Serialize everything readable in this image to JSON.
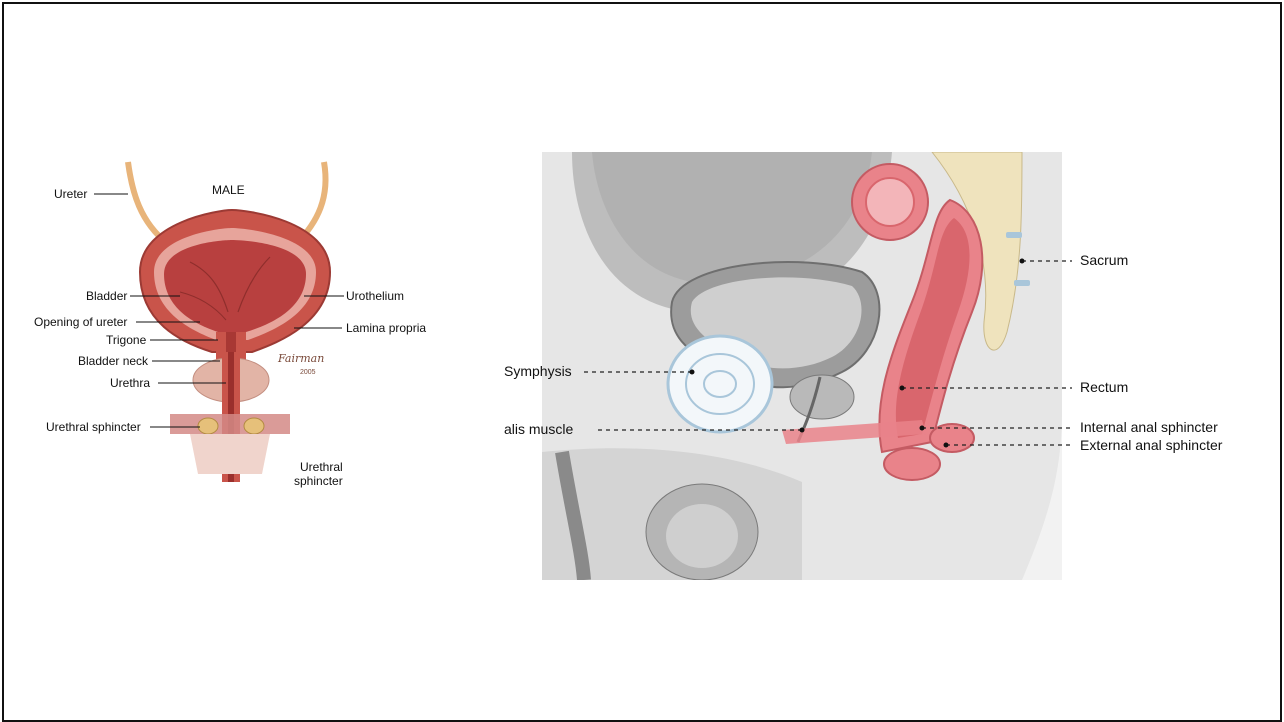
{
  "left_figure": {
    "heading": "MALE",
    "labels": {
      "ureter": "Ureter",
      "bladder": "Bladder",
      "opening_of_ureter": "Opening of ureter",
      "trigone": "Trigone",
      "bladder_neck": "Bladder neck",
      "urethra": "Urethra",
      "urethral_sphincter": "Urethral sphincter",
      "urothelium": "Urothelium",
      "lamina_propria": "Lamina propria",
      "urethral_sphincter_bottom_line1": "Urethral",
      "urethral_sphincter_bottom_line2": "sphincter"
    },
    "signature_text": "Fairman",
    "signature_year": "2005"
  },
  "right_figure": {
    "labels": {
      "sacrum": "Sacrum",
      "symphysis": "Symphysis",
      "rectum": "Rectum",
      "puborectalis_muscle_cropped": "alis muscle",
      "internal_anal_sphincter": "Internal anal sphincter",
      "external_anal_sphincter": "External anal sphincter"
    }
  },
  "colors": {
    "bladder_wall": "#c9544a",
    "bladder_inner": "#b8403f",
    "ureter": "#e8b47a",
    "rectum_pink": "#e9838a",
    "rectum_inner": "#d9666d",
    "bone": "#efe3bd",
    "symphysis_blue": "#a9c6da",
    "tissue_gray": "#9a9a9a"
  }
}
